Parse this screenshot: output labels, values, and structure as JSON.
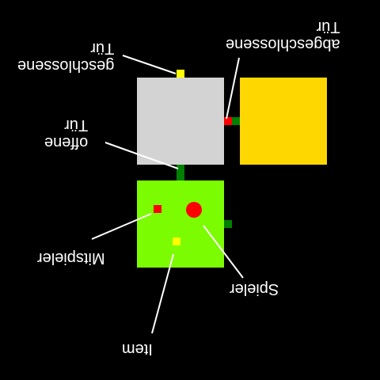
{
  "labels": {
    "closed_door_line1": "Tür",
    "closed_door_line2": "geschlossene",
    "locked_door_line1": "Tür",
    "locked_door_line2": "abgeschlossene",
    "open_door_line1": "Tür",
    "open_door_line2": "offene",
    "teammate": "Mitspieler",
    "player": "Spieler",
    "item": "Item"
  },
  "colors": {
    "background": "#000000",
    "room_gray": "#d3d3d3",
    "room_gold": "#ffd700",
    "room_green": "#7cfc00",
    "door_open": "#008000",
    "door_closed": "#ffff00",
    "door_locked": "#ff0000",
    "player": "#ff0000",
    "teammate": "#ff0000",
    "item": "#ffff00",
    "annotation_line": "#ffffff"
  }
}
